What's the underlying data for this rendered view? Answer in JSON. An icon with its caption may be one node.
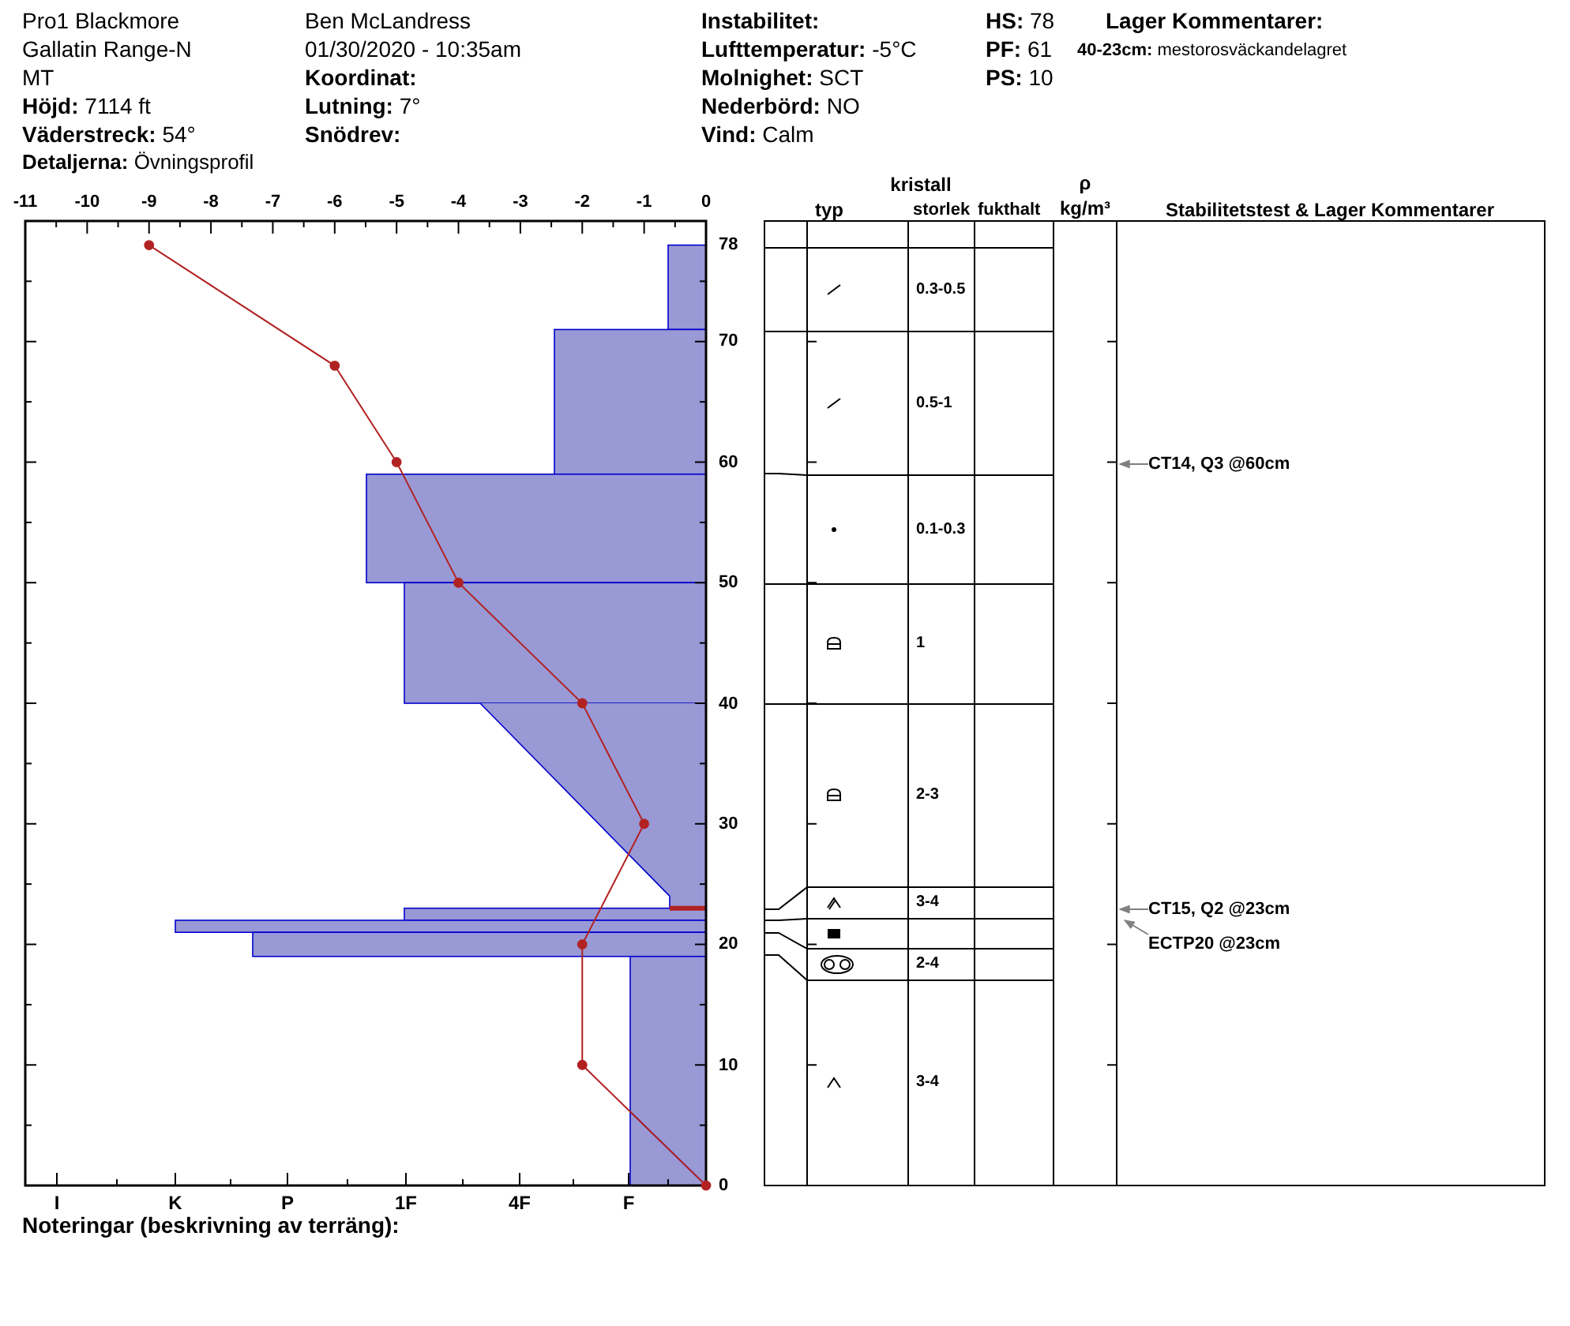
{
  "diagram": {
    "nodes": [
      {
        "text": [
          "CT14, Q3 @60cm"
        ]
      },
      {
        "text": [
          "CT15, Q2 @23cm"
        ]
      },
      {
        "text": [
          "ECTP20 @23cm"
        ]
      }
    ],
    "edges": [
      {
        "from": 0,
        "to": null,
        "arrow": "to"
      },
      {
        "from": 1,
        "to": null,
        "arrow": "to"
      },
      {
        "from": 2,
        "to": null,
        "arrow": "to"
      }
    ],
    "labels": [
      "Pro1 Blackmore",
      "Gallatin Range-N",
      "MT",
      "**Höjd:** 7114 ft",
      "**Väderstreck:** 54°",
      "**Detaljerna:** Övningsprofil",
      "Ben McLandress",
      "01/30/2020 - 10:35am",
      "Koordinat:",
      "**Lutning:** 7°",
      "Snödrev:",
      "Instabilitet:",
      "**Lufttemperatur:** -5°C",
      "**Molnighet:** SCT",
      "**Nederbörd:** NO",
      "**Vind:** Calm",
      "**HS:** 78",
      "**PF:** 61",
      "**PS:** 10",
      "Lager Kommentarer:",
      "**40-23cm:** mestorosväckandelagret",
      "I",
      "K",
      "P",
      "1F",
      "4F",
      "F",
      "Noteringar (beskrivning av terräng):",
      "kristall",
      "typ",
      "storlek",
      "fukthalt",
      "ρ kg/m³",
      "Stabilitetstest & Lager Kommentarer",
      "0.3-0.5",
      "0.5-1",
      "0.1-0.3",
      "1",
      "2-3",
      "3-4",
      "2-4",
      "3-4"
    ],
    "chart_data": {
      "type": "line",
      "x": [
        -9,
        -6,
        -5,
        -4,
        -2,
        -1,
        -2,
        -2,
        0
      ],
      "series": [
        {
          "color": "#b22222",
          "marker": "circle",
          "values": [
            78,
            68,
            60,
            50,
            40,
            30,
            20,
            10,
            0
          ]
        }
      ],
      "xlim": [
        -11,
        0
      ],
      "ylim": [
        0,
        80
      ],
      "xticks": [
        -11,
        -10,
        -9,
        -8,
        -7,
        -6,
        -5,
        -4,
        -3,
        -2,
        -1,
        0
      ],
      "yticks": [
        0,
        10,
        20,
        30,
        40,
        50,
        60,
        70,
        78
      ]
    }
  }
}
